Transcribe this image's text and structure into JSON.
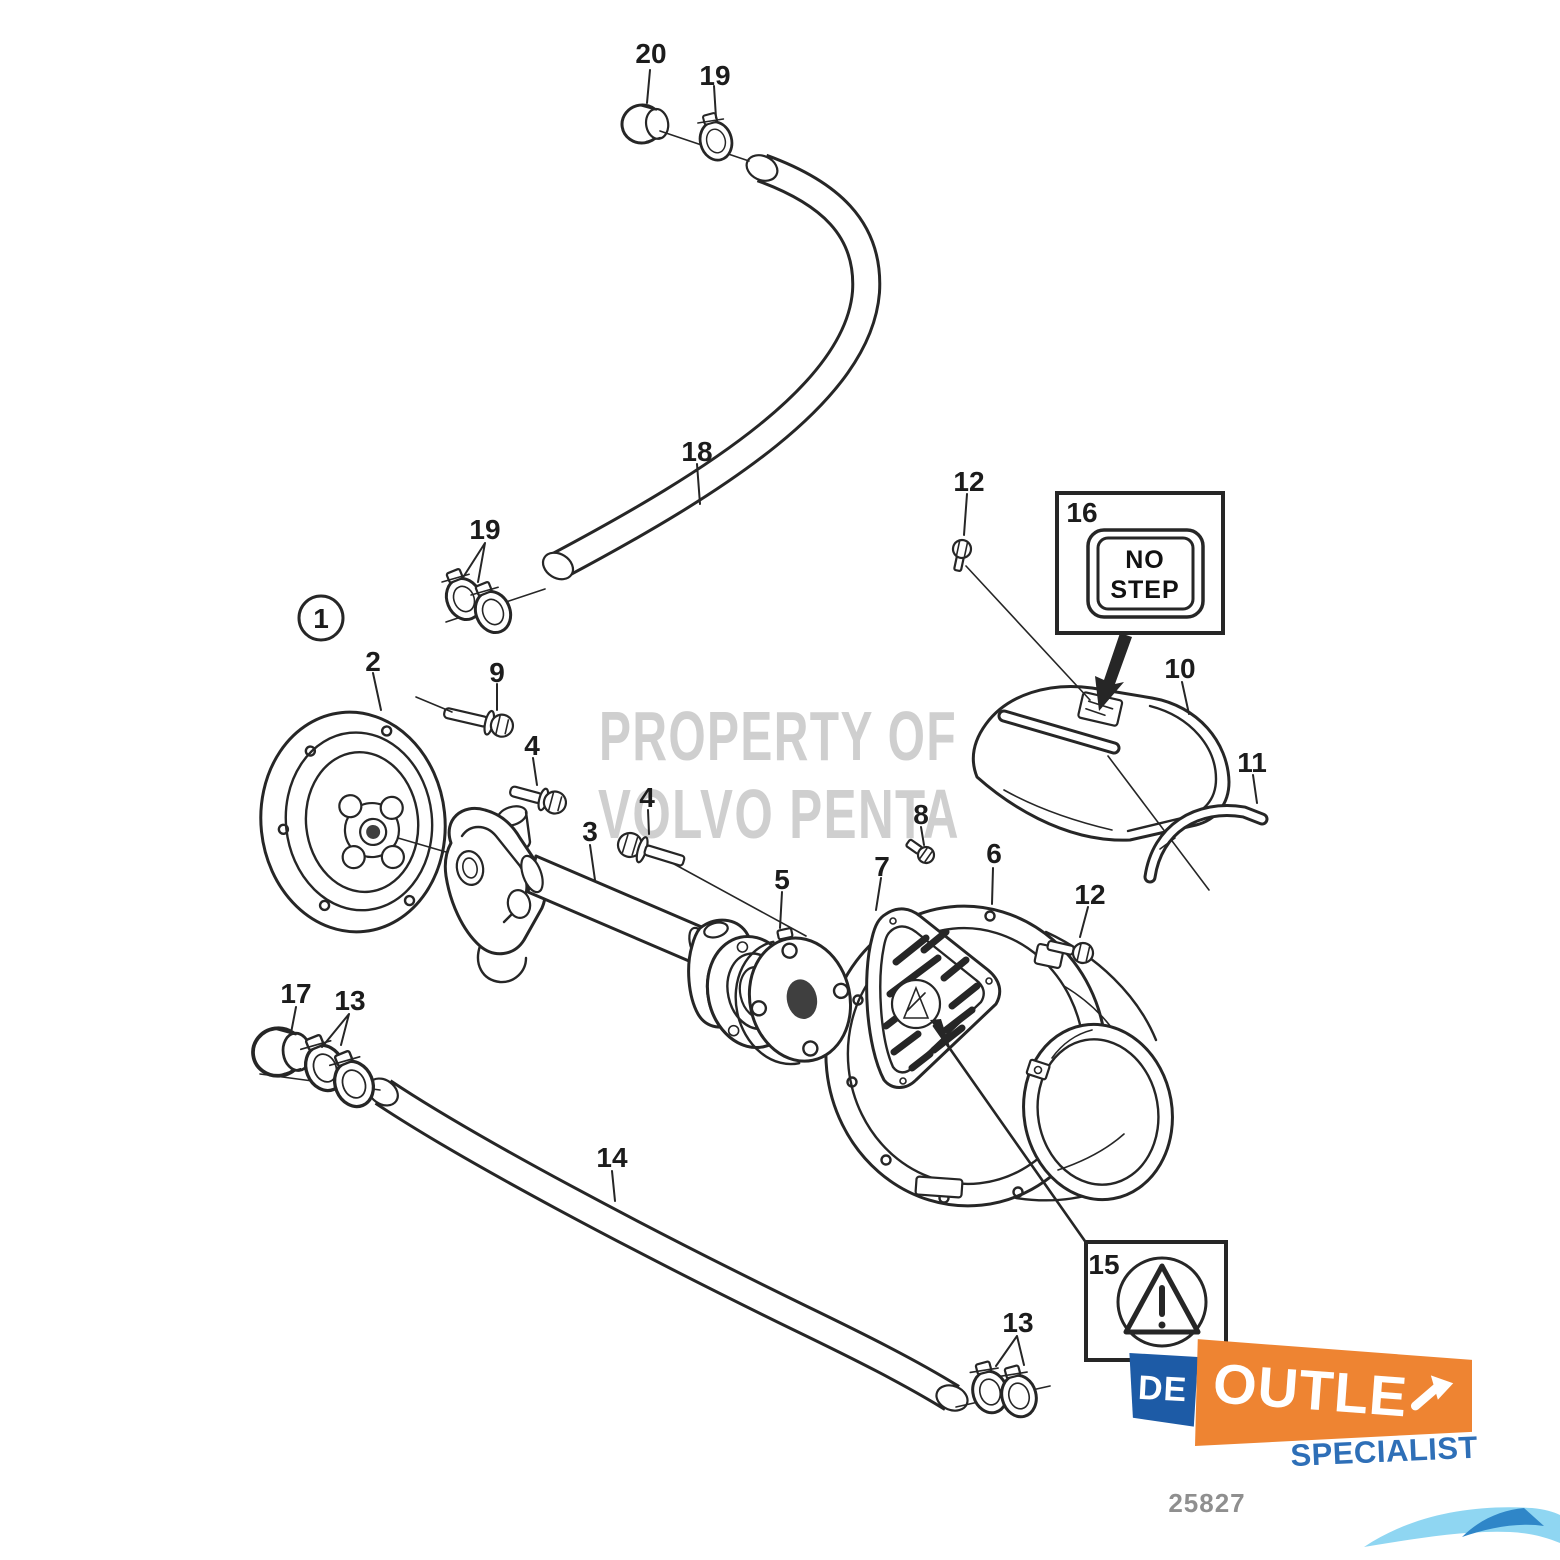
{
  "diagram": {
    "drawing_number": "25827",
    "watermark": {
      "line1": "PROPERTY OF",
      "line2": "VOLVO PENTA"
    },
    "assembly_callout": "1",
    "callouts": [
      "20",
      "19",
      "18",
      "19",
      "2",
      "9",
      "4",
      "3",
      "4",
      "5",
      "7",
      "8",
      "6",
      "12",
      "16",
      "10",
      "11",
      "12",
      "17",
      "13",
      "14",
      "13",
      "15"
    ],
    "no_step_sign": {
      "line1": "NO",
      "line2": "STEP"
    }
  },
  "branding": {
    "de": "DE",
    "outlet_text": "OUTLE",
    "outlet_arrow_icon": "arrow-up-right",
    "specialist": "SPECIALIST"
  },
  "colors": {
    "line": "#262626",
    "watermark_gray": "#c7c7c7",
    "logo_blue": "#1d5ba6",
    "logo_orange": "#ee8432",
    "specialist_blue": "#2e6fb7",
    "swoosh_light": "#8fd6f2",
    "swoosh_dark": "#2f86c8",
    "drawing_number_gray": "#8f8f8f"
  }
}
